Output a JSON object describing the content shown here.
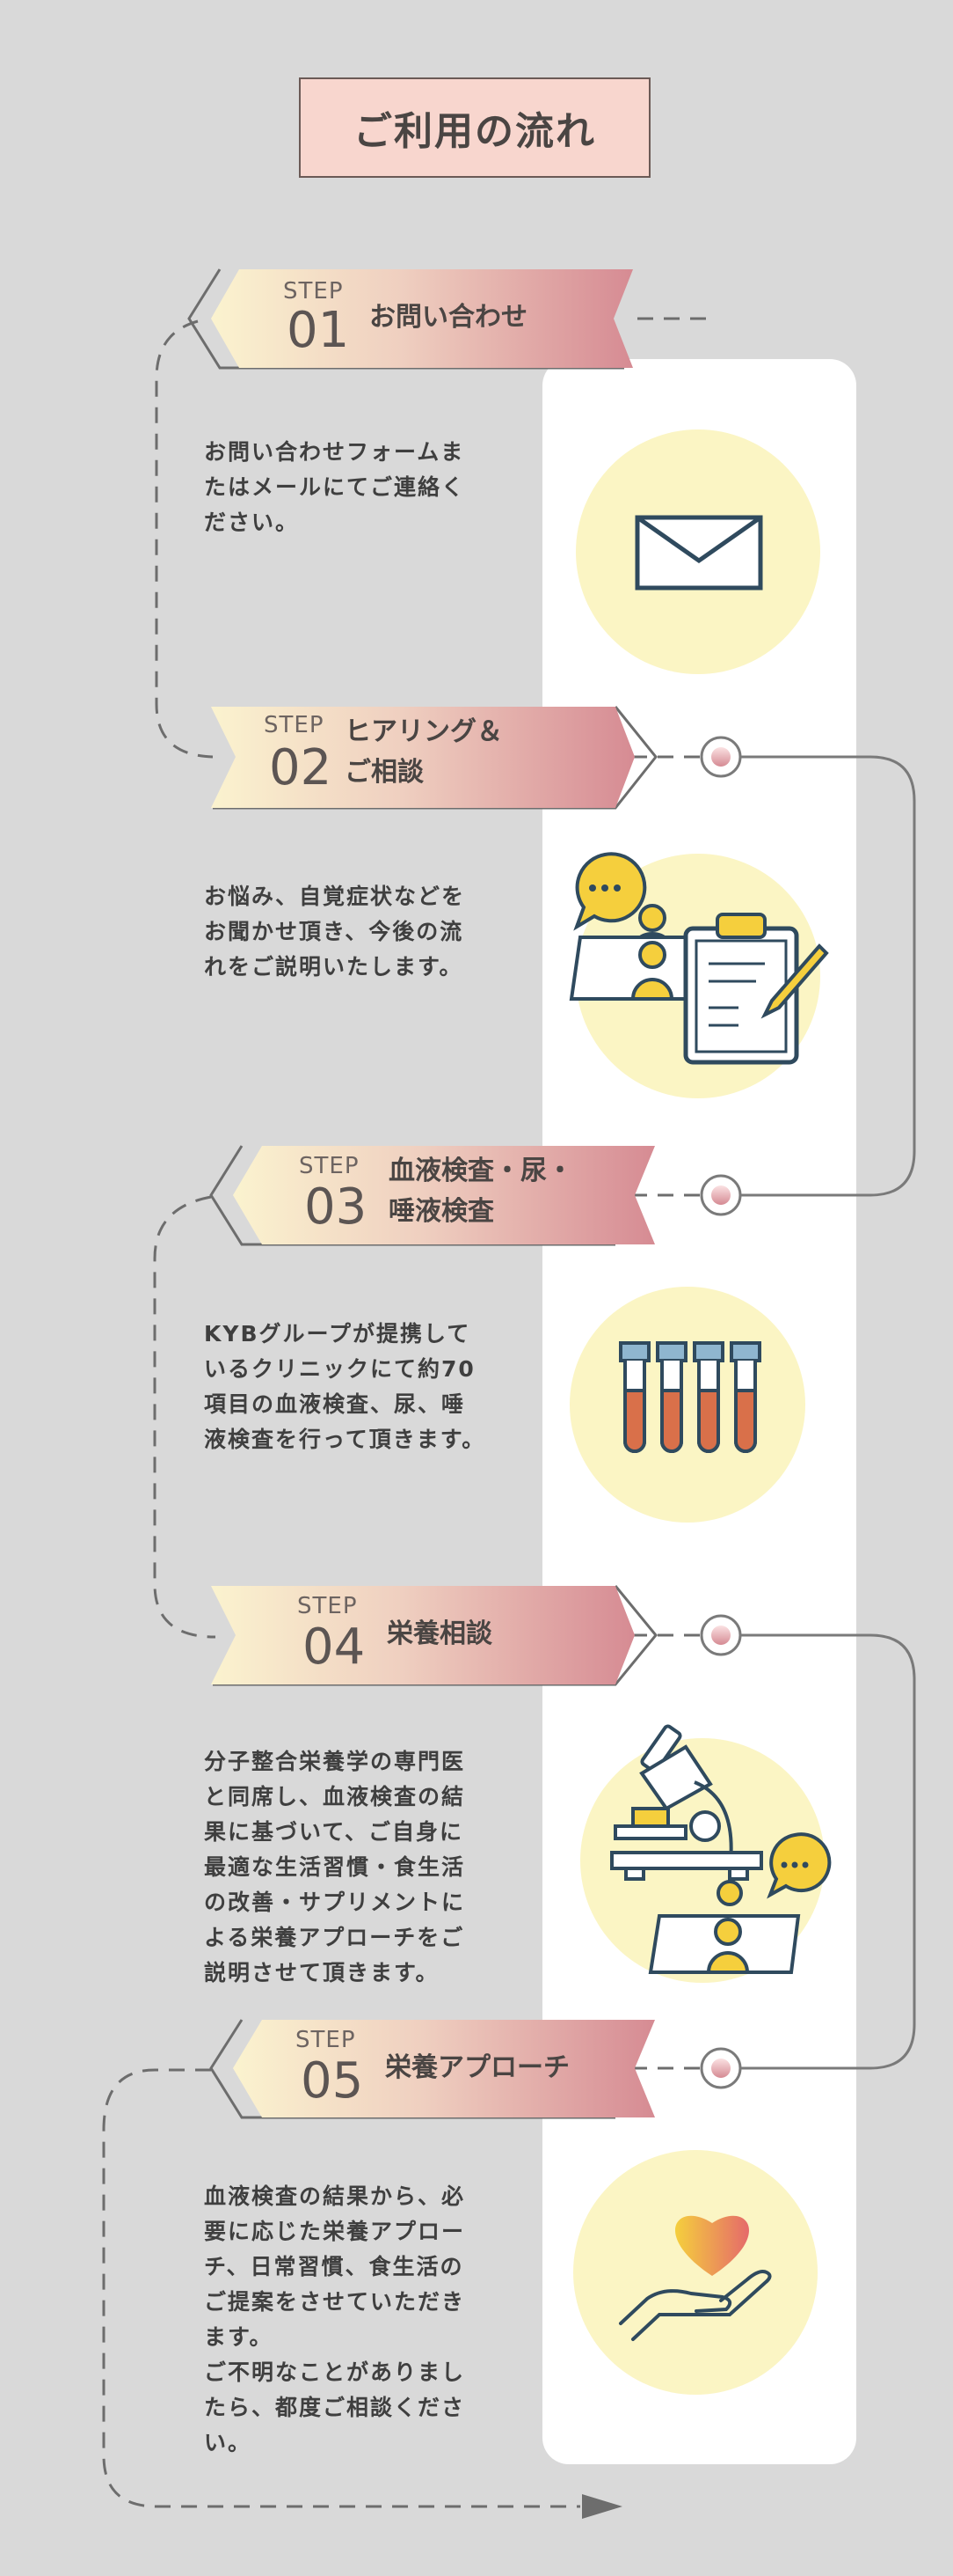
{
  "page": {
    "title": "ご利用の流れ"
  },
  "steps": [
    {
      "step_word": "STEP",
      "number": "01",
      "title_line1": "お問い合わせ",
      "title_line2": "",
      "description": "お問い合わせフォームま\nたはメールにてご連絡く\nださい。",
      "icon": "envelope-icon"
    },
    {
      "step_word": "STEP",
      "number": "02",
      "title_line1": "ヒアリング＆",
      "title_line2": "ご相談",
      "description": "お悩み、自覚症状などを\nお聞かせ頂き、今後の流\nれをご説明いたします。",
      "icon": "consultation-clipboard-icon"
    },
    {
      "step_word": "STEP",
      "number": "03",
      "title_line1": "血液検査・尿・",
      "title_line2": "唾液検査",
      "description": "KYBグループが提携して\nいるクリニックにて約70\n項目の血液検査、尿、唾\n液検査を行って頂きます。",
      "icon": "test-tubes-icon"
    },
    {
      "step_word": "STEP",
      "number": "04",
      "title_line1": "栄養相談",
      "title_line2": "",
      "description": "分子整合栄養学の専門医\nと同席し、血液検査の結\n果に基づいて、ご自身に\n最適な生活習慣・食生活\nの改善・サプリメントに\nよる栄養アプローチをご\n説明させて頂きます。",
      "icon": "microscope-consultation-icon"
    },
    {
      "step_word": "STEP",
      "number": "05",
      "title_line1": "栄養アプローチ",
      "title_line2": "",
      "description": "血液検査の結果から、必\n要に応じた栄養アプロー\nチ、日常習慣、食生活の\nご提案をさせていただき\nます。\nご不明なことがありまし\nたら、都度ご相談くださ\nい。",
      "icon": "heart-in-hand-icon"
    }
  ],
  "colors": {
    "background": "#d9d9d9",
    "title_fill": "#f8d6ce",
    "banner_start": "#fbf3cf",
    "banner_end": "#d68b93",
    "circle": "#fbf5c4",
    "icon_navy": "#2f4a5e",
    "icon_rust": "#d9704a",
    "icon_yellow": "#f5cf3d"
  }
}
